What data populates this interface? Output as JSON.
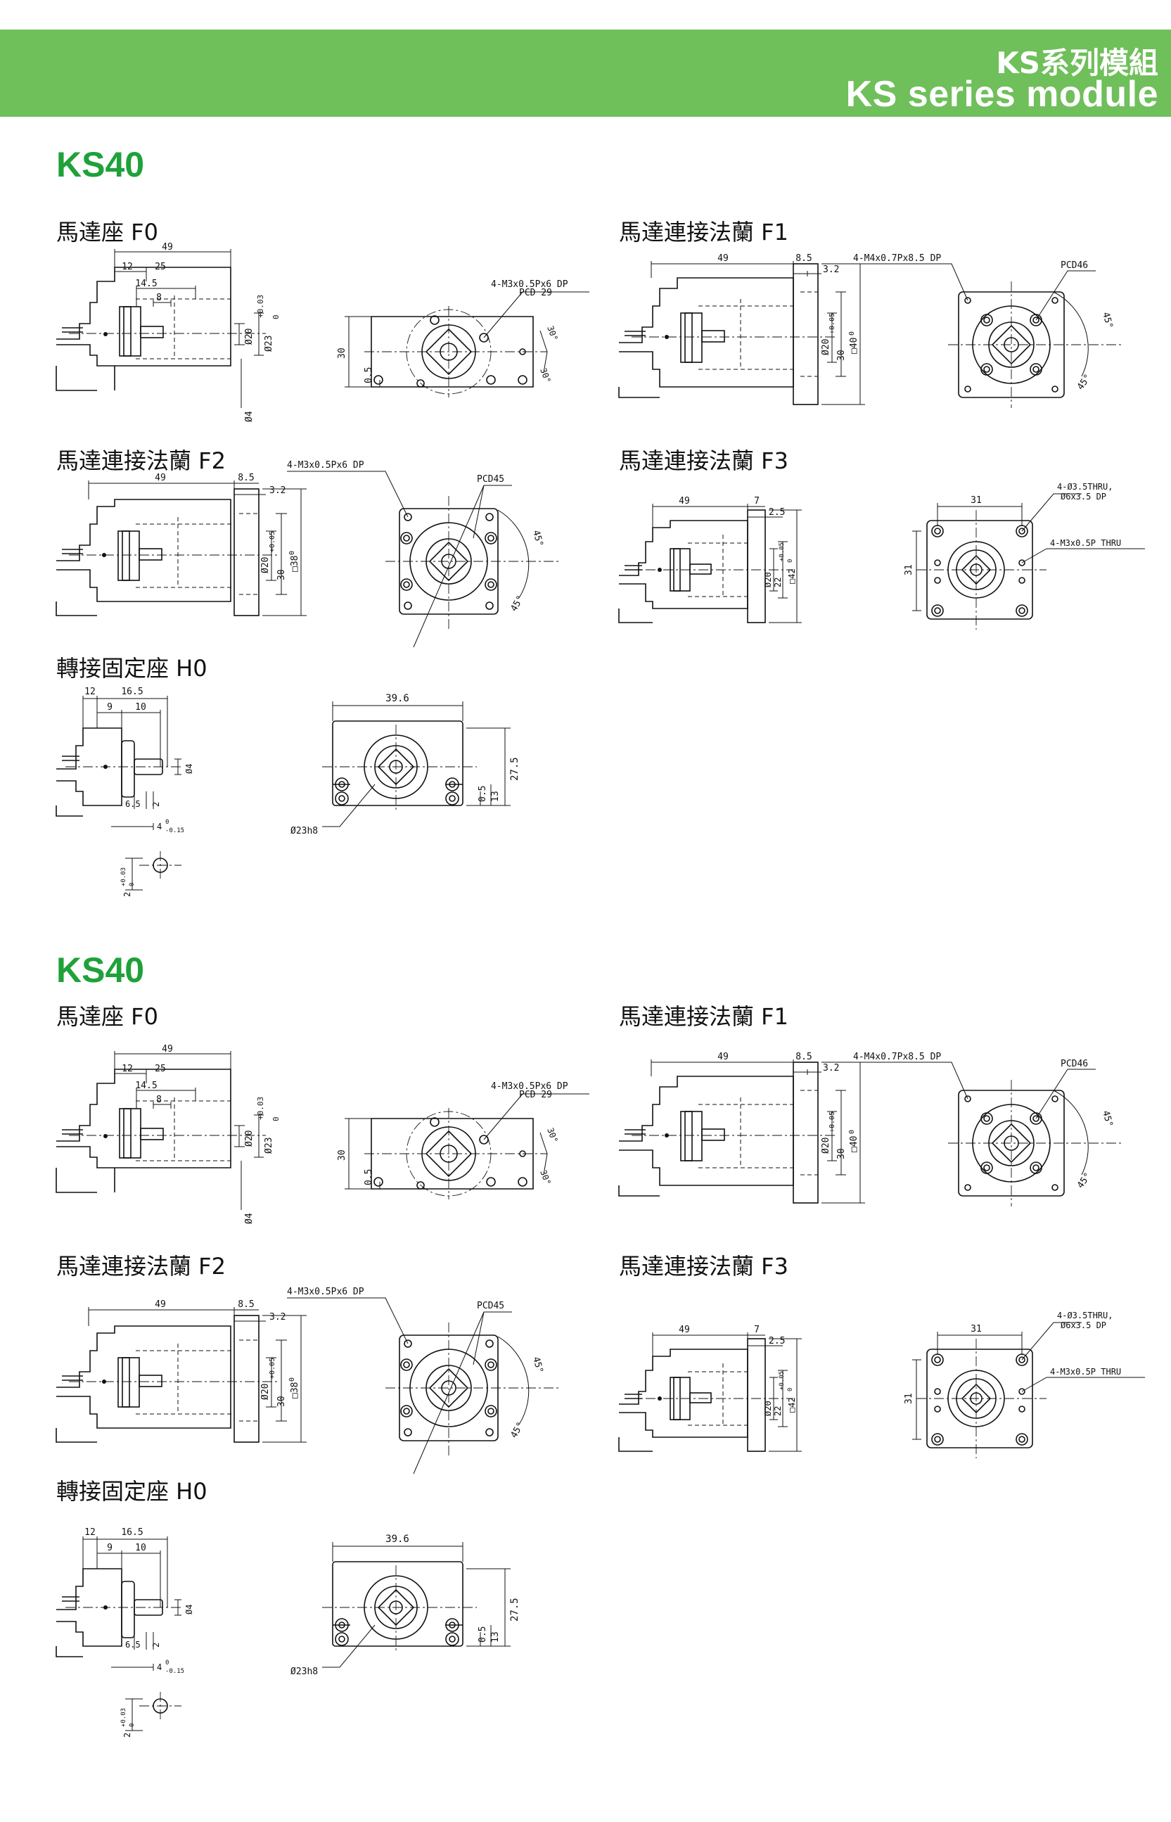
{
  "header": {
    "title_zh": "KS系列模組",
    "title_en": "KS series module"
  },
  "sections": [
    {
      "model": "KS40",
      "views": [
        {
          "label": "馬達座 F0",
          "dims": [
            "49",
            "12",
            "25",
            "14.5",
            "8",
            "4-M3x0.5Px6  DP",
            "PCD 29",
            "Ø20",
            "Ø23",
            "+0.03",
            "0",
            "30",
            "0.5",
            "30°",
            "30°",
            "Ø4"
          ]
        },
        {
          "label": "馬達連接法蘭 F1",
          "dims": [
            "49",
            "8.5",
            "3.2",
            "4-M4x0.7Px8.5  DP",
            "PCD46",
            "Ø20",
            "30",
            "+0.05",
            "0",
            "□40",
            "45°",
            "45°"
          ]
        },
        {
          "label": "馬達連接法蘭 F2",
          "dims": [
            "49",
            "8.5",
            "3.2",
            "4-M3x0.5Px6  DP",
            "PCD45",
            "Ø20",
            "30",
            "+0.05",
            "0",
            "□38",
            "45°",
            "45°"
          ]
        },
        {
          "label": "馬達連接法蘭 F3",
          "dims": [
            "49",
            "7",
            "2.5",
            "4-Ø3.5THRU,",
            "Ø6x3.5  DP",
            "4-M3x0.5P  THRU",
            "31",
            "31",
            "Ø20",
            "22",
            "+0.05",
            "0",
            "□42"
          ]
        },
        {
          "label": "轉接固定座 H0",
          "dims": [
            "12",
            "16.5",
            "9",
            "10",
            "Ø4",
            "6.5",
            "2",
            "4",
            "0",
            "-0.15",
            "2",
            "+0.03",
            "0",
            "39.6",
            "27.5",
            "0.5",
            "13",
            "Ø23h8"
          ]
        }
      ]
    },
    {
      "model": "KS40",
      "views": [
        {
          "label": "馬達座 F0",
          "dims": [
            "49",
            "12",
            "25",
            "14.5",
            "8",
            "4-M3x0.5Px6  DP",
            "PCD 29",
            "Ø20",
            "Ø23",
            "+0.03",
            "0",
            "30",
            "0.5",
            "30°",
            "30°",
            "Ø4"
          ]
        },
        {
          "label": "馬達連接法蘭 F1",
          "dims": [
            "49",
            "8.5",
            "3.2",
            "4-M4x0.7Px8.5  DP",
            "PCD46",
            "Ø20",
            "30",
            "+0.05",
            "0",
            "□40",
            "45°",
            "45°"
          ]
        },
        {
          "label": "馬達連接法蘭 F2",
          "dims": [
            "49",
            "8.5",
            "3.2",
            "4-M3x0.5Px6  DP",
            "PCD45",
            "Ø20",
            "30",
            "+0.05",
            "0",
            "□38",
            "45°",
            "45°"
          ]
        },
        {
          "label": "馬達連接法蘭 F3",
          "dims": [
            "49",
            "7",
            "2.5",
            "4-Ø3.5THRU,",
            "Ø6x3.5  DP",
            "4-M3x0.5P  THRU",
            "31",
            "31",
            "Ø20",
            "22",
            "+0.05",
            "0",
            "□42"
          ]
        },
        {
          "label": "轉接固定座 H0",
          "dims": [
            "12",
            "16.5",
            "9",
            "10",
            "Ø4",
            "6.5",
            "2",
            "4",
            "0",
            "-0.15",
            "2",
            "+0.03",
            "0",
            "39.6",
            "27.5",
            "0.5",
            "13",
            "Ø23h8"
          ]
        }
      ]
    }
  ]
}
